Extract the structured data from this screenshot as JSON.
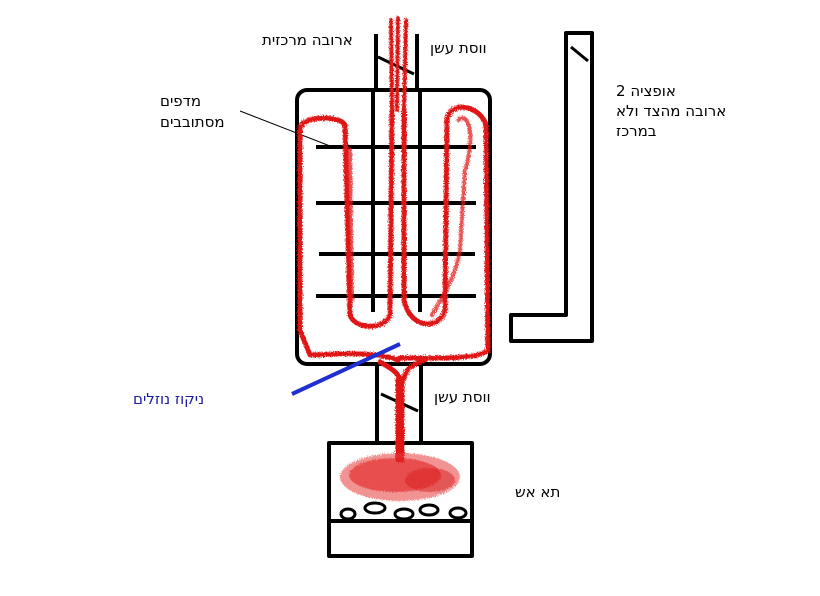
{
  "labels": {
    "central_chimney": "ארובה מרכזית",
    "smoke_damper_top": "ווסת עשן",
    "rotating_baffles_line1": "מדפים",
    "rotating_baffles_line2": "מסתובבים",
    "option2_line1": "אופציה 2",
    "option2_line2": "ארובה מהצד ולא",
    "option2_line3": "במרכז",
    "drain_cleaning": "ניקוז נוזלים",
    "smoke_damper_bottom": "ווסת עשן",
    "firebox": "תא אש"
  },
  "colors": {
    "outline": "#000000",
    "flow": "#e01818",
    "drain_line": "#1f2fd0",
    "drain_text": "#1a1aa6"
  },
  "icons": [
    "baffle-lines",
    "smoke-flow",
    "fire",
    "damper"
  ]
}
